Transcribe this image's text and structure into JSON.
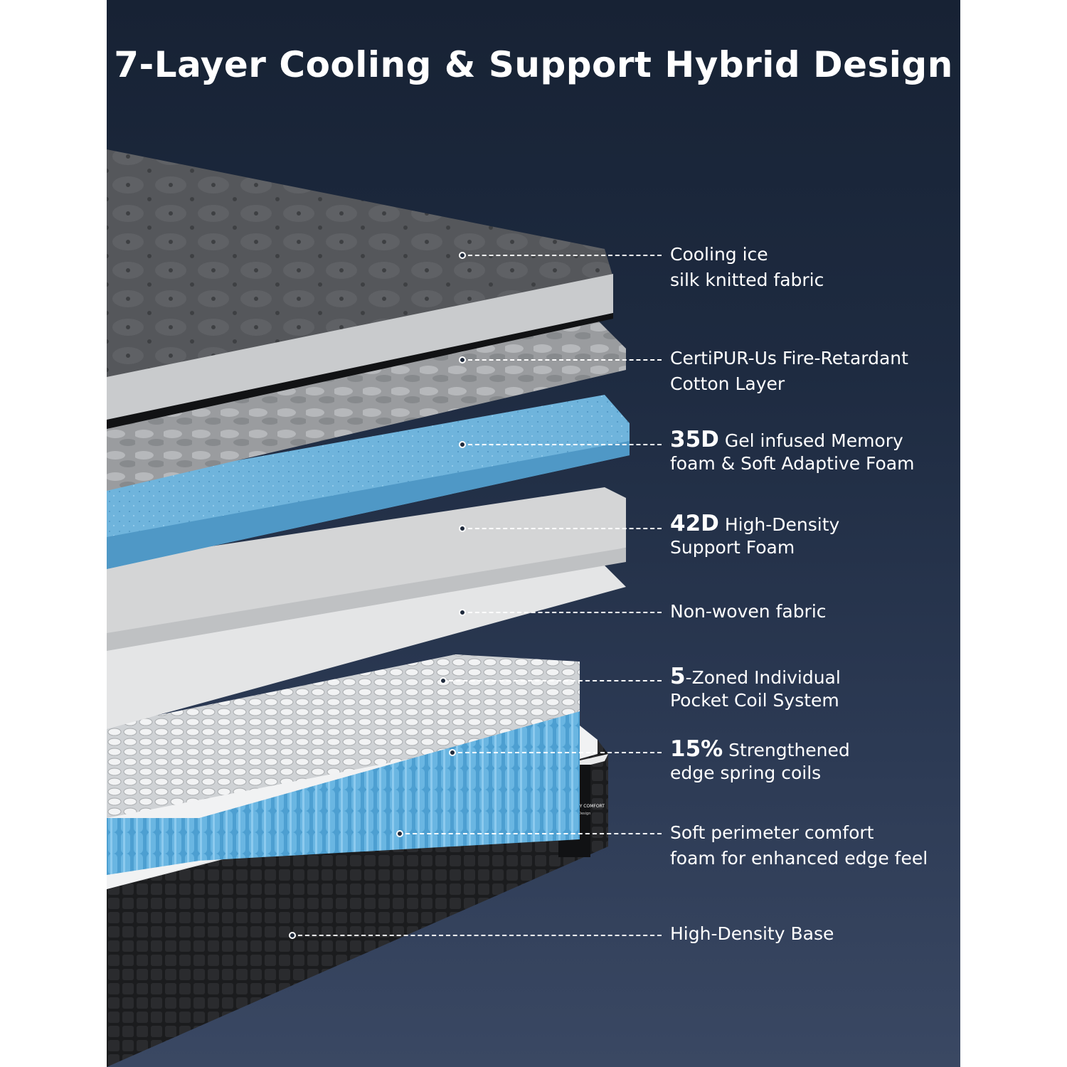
{
  "headline": "7-Layer Cooling & Support Hybrid Design",
  "brand_tag": {
    "line1": "LUXURY COMFORT",
    "line2": "Hybrid Design"
  },
  "colors": {
    "background_top": "#172234",
    "background_bottom": "#3a4863",
    "cover": "#4a4c50",
    "gel_foam": "#6fb4dc",
    "coil_blue": "#5aa9d8",
    "base": "#1b1c1e"
  },
  "layers": [
    {
      "line1": "Cooling ice",
      "line2": "silk knitted fabric"
    },
    {
      "line1": "CertiPUR-Us Fire-Retardant",
      "line2": "Cotton Layer"
    },
    {
      "emph": "35D",
      "line1": " Gel infused Memory",
      "line2": "foam & Soft Adaptive Foam"
    },
    {
      "emph": "42D",
      "line1": " High-Density",
      "line2": "Support Foam"
    },
    {
      "line1": "Non-woven fabric"
    },
    {
      "emph": "5",
      "line1": "-Zoned Individual",
      "line2": "Pocket Coil System"
    },
    {
      "emph": "15%",
      "line1": " Strengthened",
      "line2": "edge spring coils"
    },
    {
      "line1": "Soft perimeter comfort",
      "line2": "foam for enhanced edge feel"
    },
    {
      "line1": "High-Density Base"
    }
  ]
}
